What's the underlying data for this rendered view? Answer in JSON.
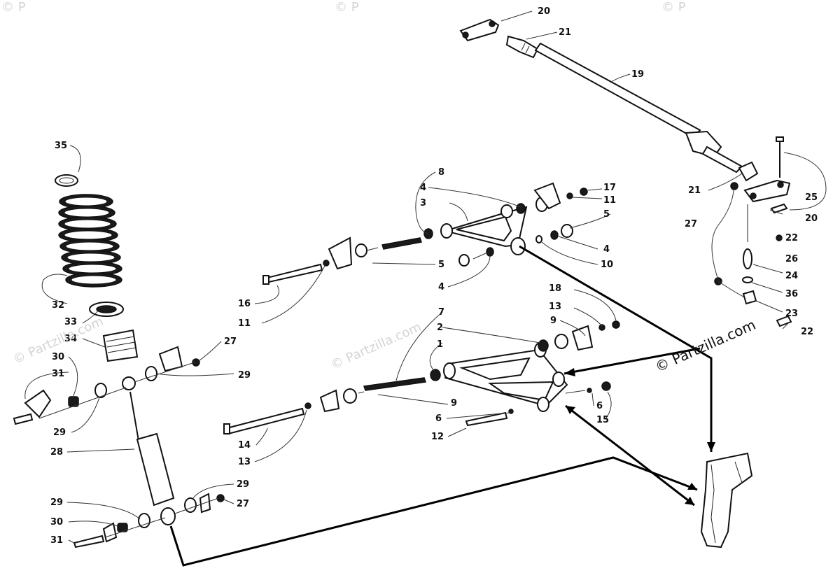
{
  "watermark": {
    "text": "© Partzilla.com",
    "faint_top_left": "© P",
    "faint_top_center": "© P",
    "faint_top_right": "© P"
  },
  "callouts": [
    {
      "id": "c20a",
      "text": "20"
    },
    {
      "id": "c21a",
      "text": "21"
    },
    {
      "id": "c19",
      "text": "19"
    },
    {
      "id": "c25",
      "text": "25"
    },
    {
      "id": "c21b",
      "text": "21"
    },
    {
      "id": "c20b",
      "text": "20"
    },
    {
      "id": "c27a",
      "text": "27"
    },
    {
      "id": "c22a",
      "text": "22"
    },
    {
      "id": "c26",
      "text": "26"
    },
    {
      "id": "c24",
      "text": "24"
    },
    {
      "id": "c36",
      "text": "36"
    },
    {
      "id": "c23",
      "text": "23"
    },
    {
      "id": "c22b",
      "text": "22"
    },
    {
      "id": "c8",
      "text": "8"
    },
    {
      "id": "c4a",
      "text": "4"
    },
    {
      "id": "c3",
      "text": "3"
    },
    {
      "id": "c17",
      "text": "17"
    },
    {
      "id": "c11a",
      "text": "11"
    },
    {
      "id": "c5a",
      "text": "5"
    },
    {
      "id": "c4b",
      "text": "4"
    },
    {
      "id": "c5b",
      "text": "5"
    },
    {
      "id": "c10",
      "text": "10"
    },
    {
      "id": "c16",
      "text": "16"
    },
    {
      "id": "c4c",
      "text": "4"
    },
    {
      "id": "c11b",
      "text": "11"
    },
    {
      "id": "c18",
      "text": "18"
    },
    {
      "id": "c13a",
      "text": "13"
    },
    {
      "id": "c7",
      "text": "7"
    },
    {
      "id": "c9a",
      "text": "9"
    },
    {
      "id": "c2",
      "text": "2"
    },
    {
      "id": "c1",
      "text": "1"
    },
    {
      "id": "c9b",
      "text": "9"
    },
    {
      "id": "c6a",
      "text": "6"
    },
    {
      "id": "c6b",
      "text": "6"
    },
    {
      "id": "c15",
      "text": "15"
    },
    {
      "id": "c12",
      "text": "12"
    },
    {
      "id": "c14",
      "text": "14"
    },
    {
      "id": "c13b",
      "text": "13"
    },
    {
      "id": "c35",
      "text": "35"
    },
    {
      "id": "c32",
      "text": "32"
    },
    {
      "id": "c33",
      "text": "33"
    },
    {
      "id": "c34",
      "text": "34"
    },
    {
      "id": "c27b",
      "text": "27"
    },
    {
      "id": "c30a",
      "text": "30"
    },
    {
      "id": "c29a",
      "text": "29"
    },
    {
      "id": "c31a",
      "text": "31"
    },
    {
      "id": "c29b",
      "text": "29"
    },
    {
      "id": "c28",
      "text": "28"
    },
    {
      "id": "c29c",
      "text": "29"
    },
    {
      "id": "c29d",
      "text": "29"
    },
    {
      "id": "c27c",
      "text": "27"
    },
    {
      "id": "c30b",
      "text": "30"
    },
    {
      "id": "c31b",
      "text": "31"
    }
  ]
}
